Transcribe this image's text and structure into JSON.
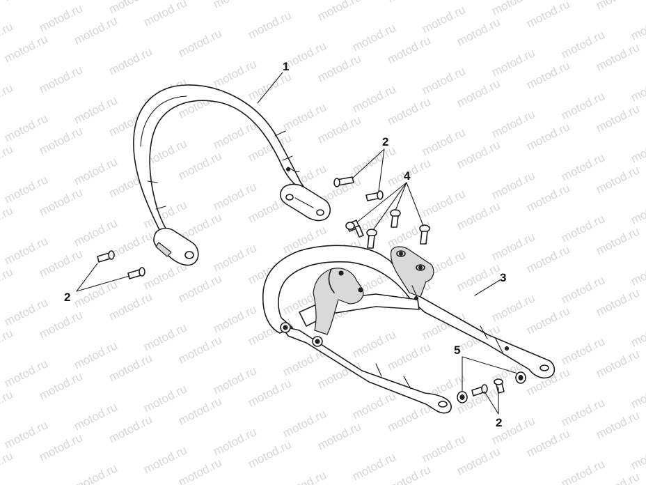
{
  "watermark": {
    "text": "motod.ru"
  },
  "callouts": {
    "c1": "1",
    "c2_top": "2",
    "c2_left": "2",
    "c2_bottom": "2",
    "c3": "3",
    "c4": "4",
    "c5": "5"
  }
}
